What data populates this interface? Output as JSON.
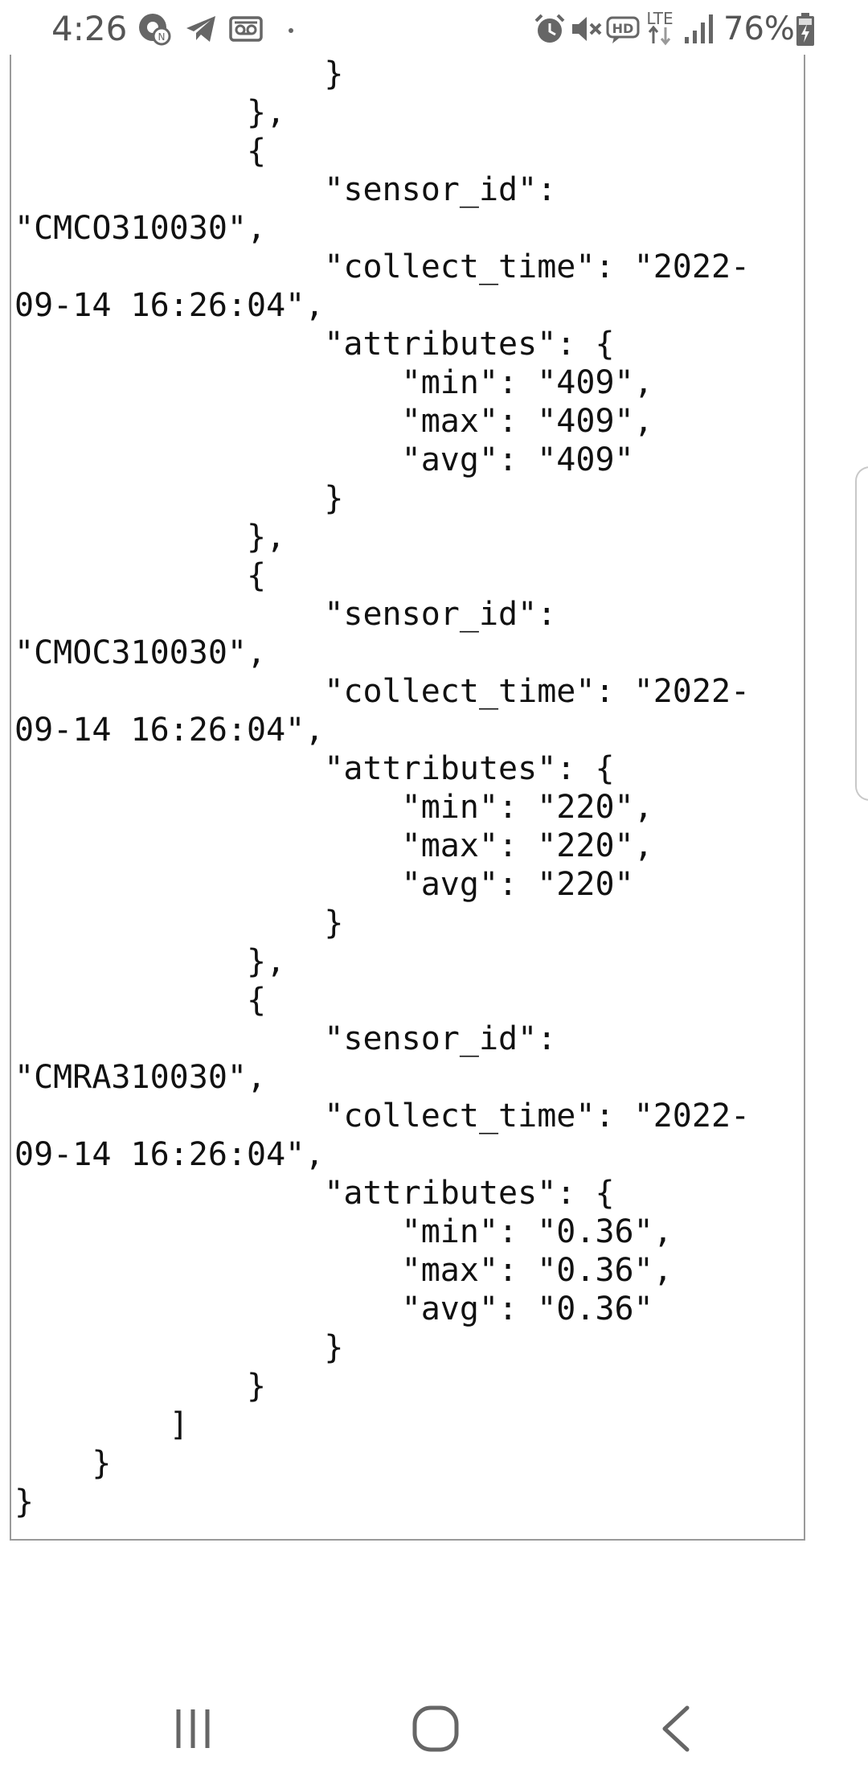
{
  "status_bar": {
    "time": "4:26",
    "left_icons": [
      "pokemon-go-icon",
      "telegram-icon",
      "voicemail-icon",
      "dot-icon"
    ],
    "right_icons": [
      "alarm-icon",
      "mute-icon",
      "hd-voice-icon",
      "lte-icon",
      "signal-icon"
    ],
    "network": "LTE",
    "battery_percent": "76%"
  },
  "json_view": {
    "lines": [
      "                }",
      "            },",
      "            {",
      "                \"sensor_id\":",
      "\"CMCO310030\",",
      "                \"collect_time\": \"2022-",
      "09-14 16:26:04\",",
      "                \"attributes\": {",
      "                    \"min\": \"409\",",
      "                    \"max\": \"409\",",
      "                    \"avg\": \"409\"",
      "                }",
      "            },",
      "            {",
      "                \"sensor_id\":",
      "\"CMOC310030\",",
      "                \"collect_time\": \"2022-",
      "09-14 16:26:04\",",
      "                \"attributes\": {",
      "                    \"min\": \"220\",",
      "                    \"max\": \"220\",",
      "                    \"avg\": \"220\"",
      "                }",
      "            },",
      "            {",
      "                \"sensor_id\":",
      "\"CMRA310030\",",
      "                \"collect_time\": \"2022-",
      "09-14 16:26:04\",",
      "                \"attributes\": {",
      "                    \"min\": \"0.36\",",
      "                    \"max\": \"0.36\",",
      "                    \"avg\": \"0.36\"",
      "                }",
      "            }",
      "        ]",
      "    }",
      "}"
    ]
  },
  "nav_bar": {
    "buttons": [
      "recent-apps-icon",
      "home-icon",
      "back-icon"
    ]
  },
  "colors": {
    "status_text": "#555555",
    "code_text": "#111111",
    "border": "#9a9a9a"
  }
}
